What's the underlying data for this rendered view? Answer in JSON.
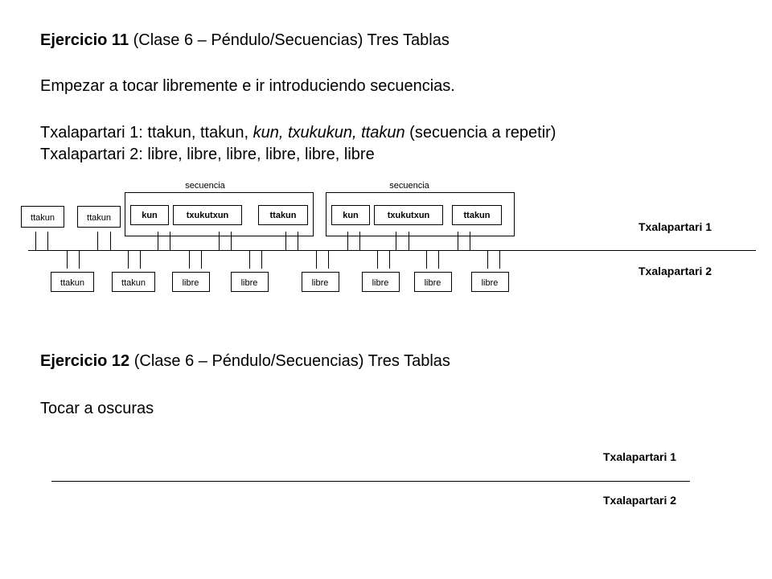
{
  "ex11": {
    "title_bold": "Ejercicio 11",
    "title_rest": " (Clase 6 – Péndulo/Secuencias) Tres Tablas",
    "instruction": "Empezar a tocar libremente e ir introduciendo secuencias.",
    "t1_prefix": "Txalapartari 1: ttakun, ttakun, ",
    "t1_italic": "kun, txukukun, ttakun",
    "t1_suffix": " (secuencia a repetir)",
    "t2_line": "Txalapartari 2: libre, libre, libre, libre, libre, libre"
  },
  "diagram1": {
    "sequence_label": "secuencia",
    "player1_label": "Txalapartari 1",
    "player2_label": "Txalapartari 2",
    "top_boxes": [
      "ttakun",
      "ttakun"
    ],
    "seq1_boxes": [
      "kun",
      "txukutxun",
      "ttakun"
    ],
    "seq2_boxes": [
      "kun",
      "txukutxun",
      "ttakun"
    ],
    "bottom_boxes": [
      "ttakun",
      "ttakun",
      "libre",
      "libre",
      "libre",
      "libre",
      "libre",
      "libre"
    ]
  },
  "ex12": {
    "title_bold": "Ejercicio 12",
    "title_rest": " (Clase 6 – Péndulo/Secuencias) Tres Tablas",
    "instruction": "Tocar a oscuras"
  },
  "diagram2": {
    "player1_label": "Txalapartari 1",
    "player2_label": "Txalapartari 2"
  }
}
